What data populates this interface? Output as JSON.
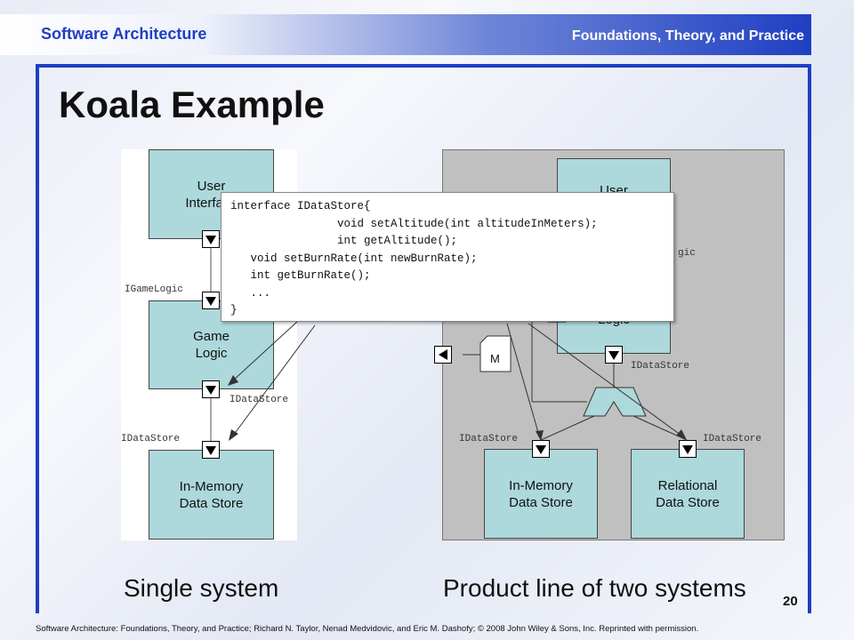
{
  "header": {
    "left": "Software Architecture",
    "right": "Foundations, Theory, and Practice"
  },
  "title": "Koala Example",
  "left_panel": {
    "user_interface": "User\nInterface",
    "game_logic": "Game\nLogic",
    "data_store": "In-Memory\nData Store",
    "label_igamelogic": "IGameLogic",
    "label_idatastore_req": "IDataStore",
    "label_idatastore_prov": "IDataStore"
  },
  "right_panel": {
    "user_interface": "User",
    "game_logic": "Logic",
    "label_igamelogic_partial": "gic",
    "label_idatastore_game": "IDataStore",
    "label_idatastore_mem": "IDataStore",
    "label_idatastore_rel": "IDataStore",
    "module_label": "M",
    "memory_store": "In-Memory\nData Store",
    "relational_store": "Relational\nData Store"
  },
  "code": {
    "lines": [
      "interface IDataStore{",
      "                void setAltitude(int altitudeInMeters);",
      "                int getAltitude();",
      "   void setBurnRate(int newBurnRate);",
      "   int getBurnRate();",
      "   ...",
      "}"
    ]
  },
  "captions": {
    "left": "Single system",
    "right": "Product line of two systems"
  },
  "page_number": "20",
  "footer": "Software Architecture: Foundations, Theory, and Practice; Richard N. Taylor, Nenad Medvidovic, and Eric M. Dashofy; © 2008 John Wiley & Sons, Inc. Reprinted with permission.",
  "colors": {
    "accent": "#1f3fc2",
    "component_fill": "#add8dc",
    "product_line_bg": "#c0c0c0"
  }
}
